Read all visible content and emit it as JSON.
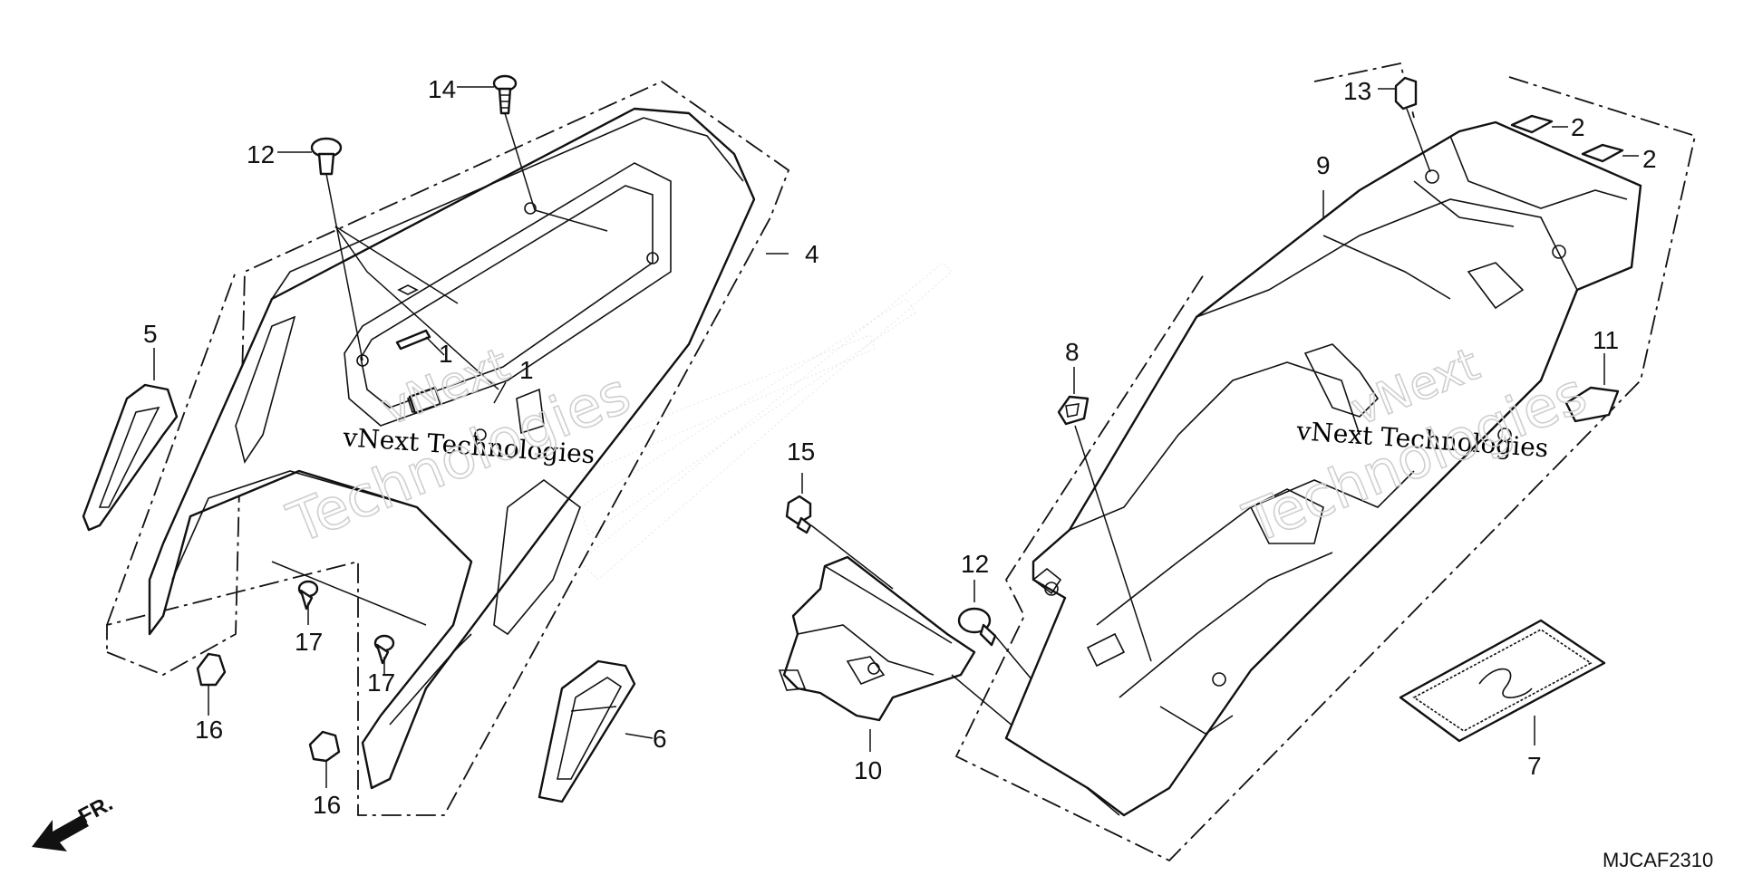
{
  "diagram": {
    "code": "MJCAF2310",
    "direction_label": "FR.",
    "watermarks": [
      "vNext Technologies",
      "vNext Technologies"
    ],
    "callouts": [
      {
        "id": "c14",
        "text": "14"
      },
      {
        "id": "c12a",
        "text": "12"
      },
      {
        "id": "c4",
        "text": "4"
      },
      {
        "id": "c5",
        "text": "5"
      },
      {
        "id": "c1a",
        "text": "1"
      },
      {
        "id": "c1b",
        "text": "1"
      },
      {
        "id": "c17a",
        "text": "17"
      },
      {
        "id": "c17b",
        "text": "17"
      },
      {
        "id": "c16a",
        "text": "16"
      },
      {
        "id": "c16b",
        "text": "16"
      },
      {
        "id": "c6",
        "text": "6"
      },
      {
        "id": "c15",
        "text": "15"
      },
      {
        "id": "c10",
        "text": "10"
      },
      {
        "id": "c12b",
        "text": "12"
      },
      {
        "id": "c8",
        "text": "8"
      },
      {
        "id": "c13",
        "text": "13"
      },
      {
        "id": "c2a",
        "text": "2"
      },
      {
        "id": "c2b",
        "text": "2"
      },
      {
        "id": "c9",
        "text": "9"
      },
      {
        "id": "c11",
        "text": "11"
      },
      {
        "id": "c7",
        "text": "7"
      }
    ]
  }
}
